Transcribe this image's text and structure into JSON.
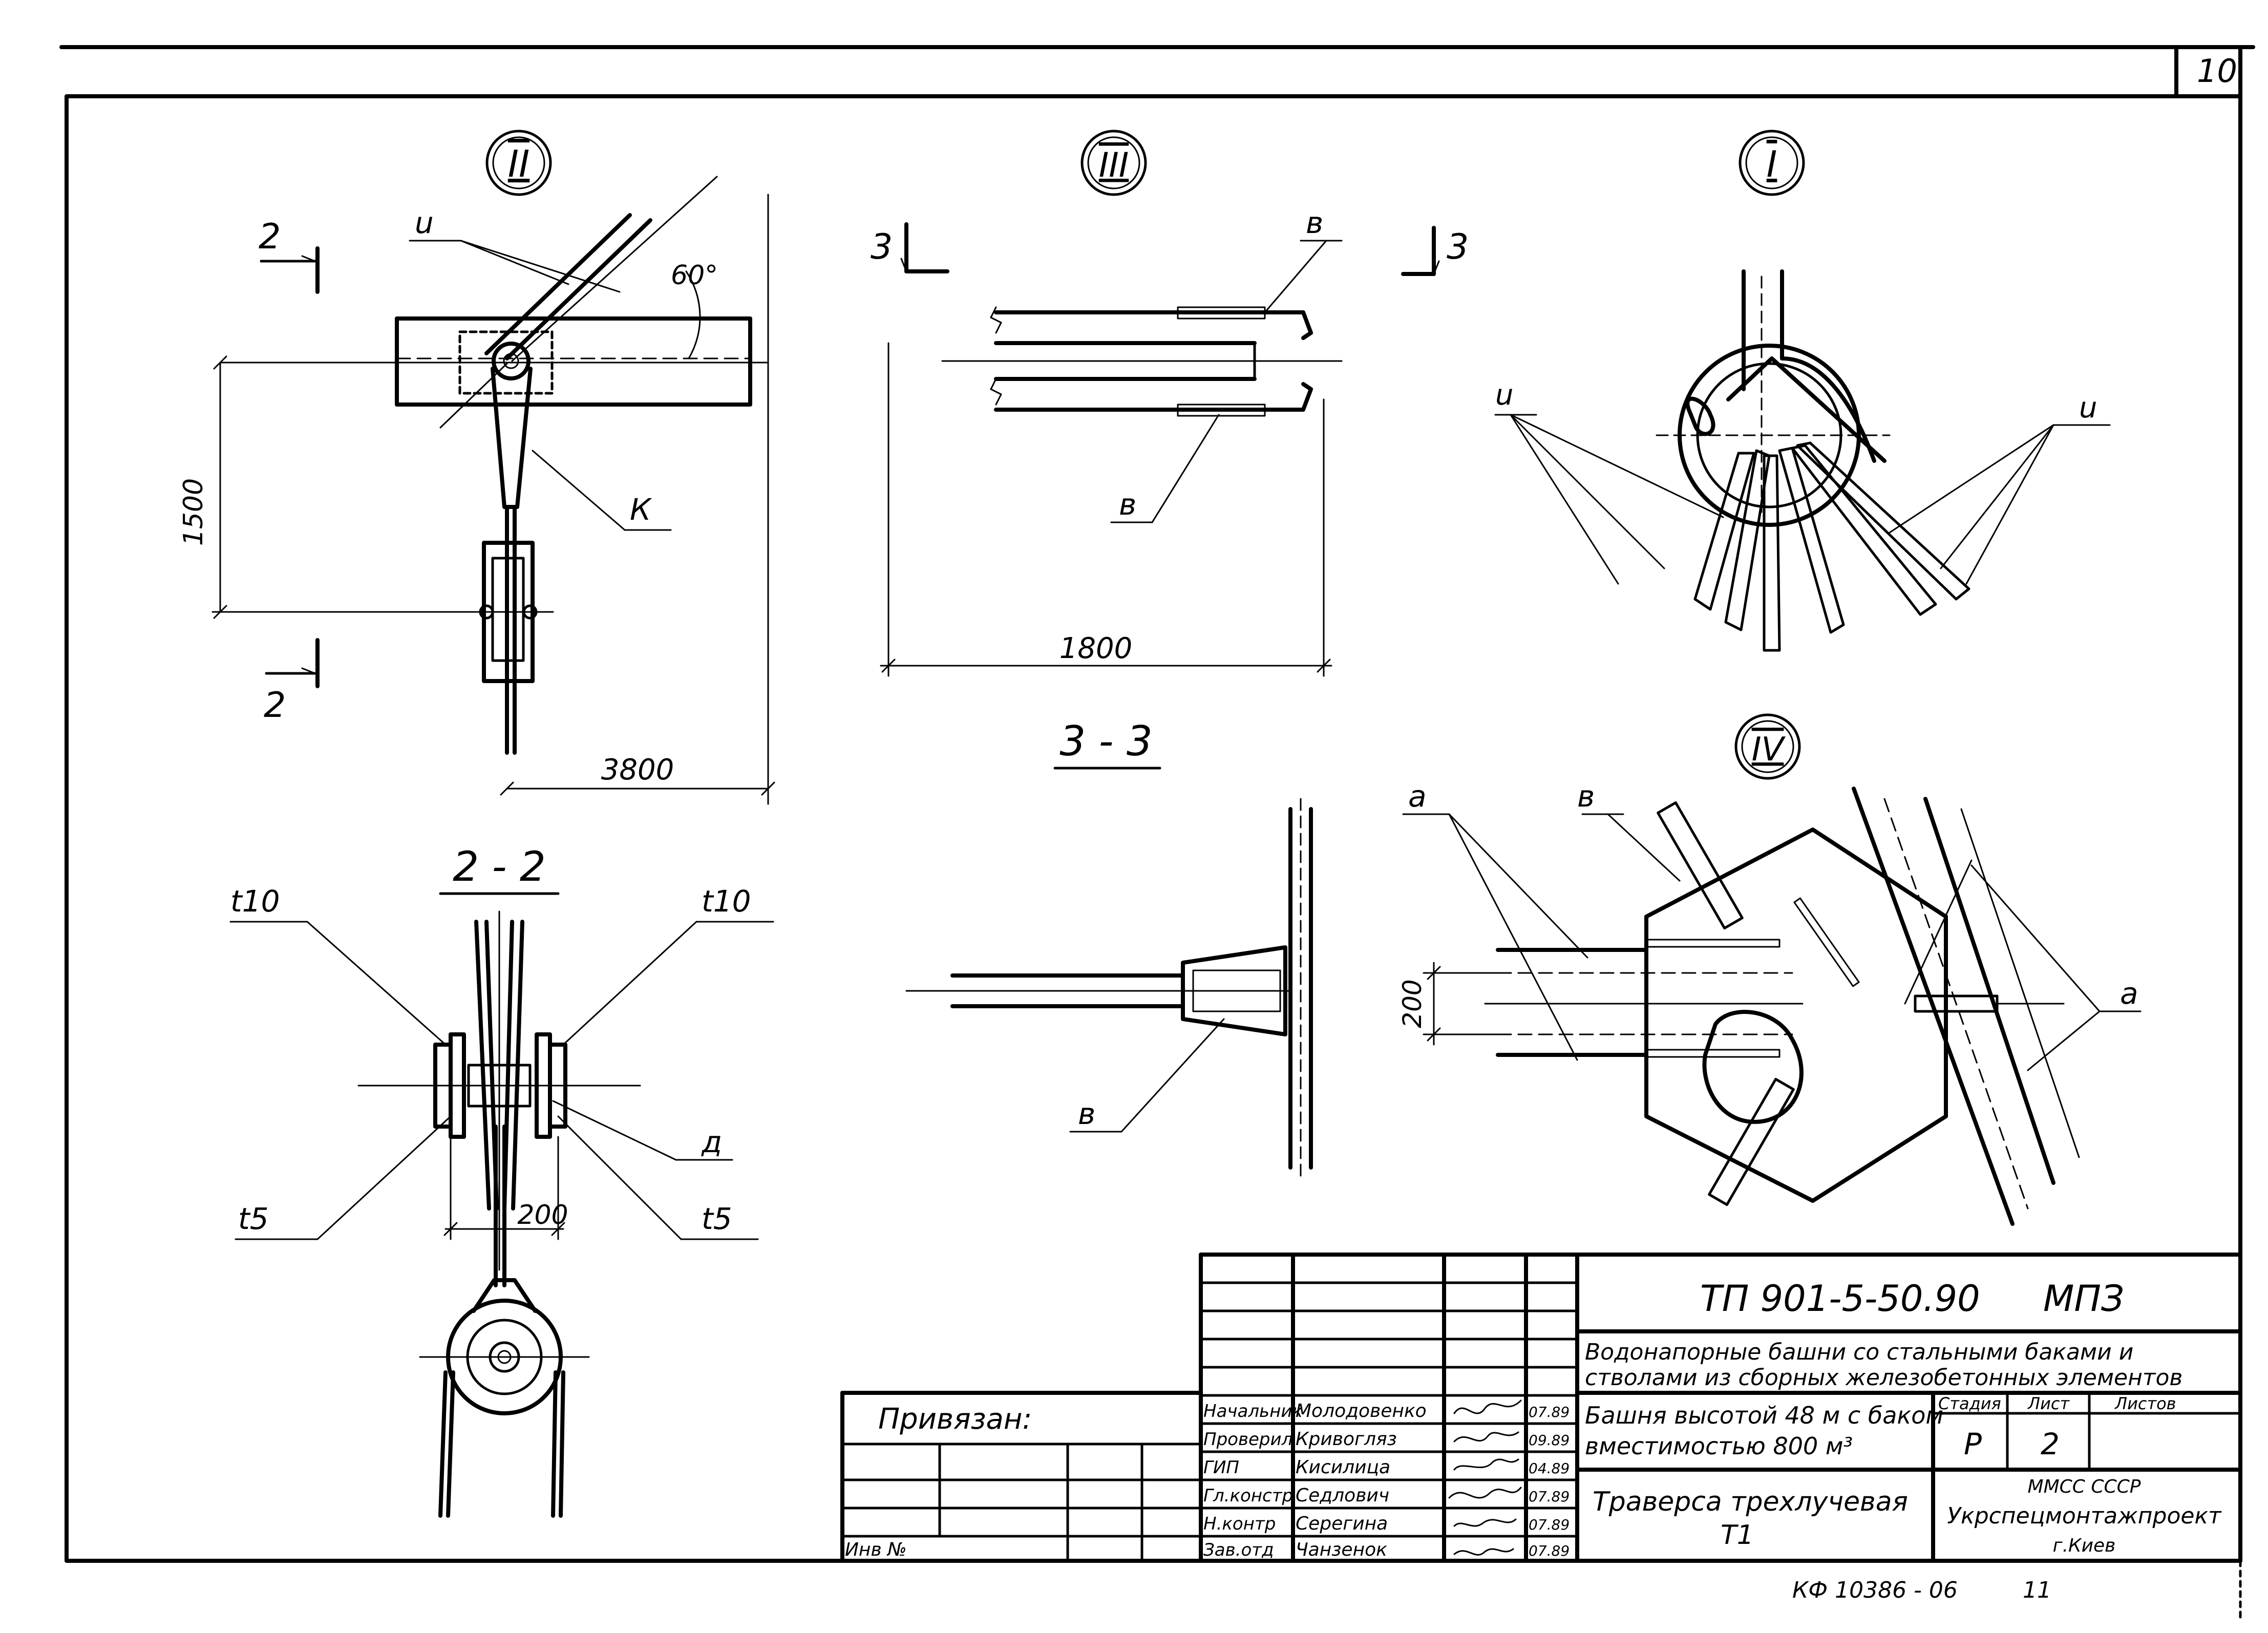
{
  "sheet": {
    "sheet_number": "10",
    "archive_code": "КФ 10386 - 06",
    "archive_page": "11"
  },
  "views": {
    "view_II": {
      "marker": "II",
      "dim_vertical": "1500",
      "dim_horizontal": "3800",
      "angle": "60°",
      "label_u": "u",
      "label_k": "К",
      "section_label": "2"
    },
    "view_III": {
      "marker": "III",
      "dim_horizontal": "1800",
      "label_v": "в",
      "section_label": "3"
    },
    "view_I": {
      "marker": "I",
      "label_u": "u"
    },
    "section_22": {
      "title": "2 - 2",
      "t10": "t10",
      "t5": "t5",
      "label_d": "д",
      "dim": "200"
    },
    "section_33": {
      "title": "3 - 3",
      "label_v": "в"
    },
    "view_IV": {
      "marker": "IV",
      "label_a": "а",
      "label_v": "в",
      "dim": "200"
    }
  },
  "title_block": {
    "code": "ТП 901-5-50.90",
    "suffix": "МПЗ",
    "project_line1": "Водонапорные башни со стальными баками и",
    "project_line2": "стволами из сборных железобетонных элементов",
    "building_line1": "Башня высотой 48 м с баком",
    "building_line2": "вместимостью 800 м³",
    "drawing_line1": "Траверса трехлучевая",
    "drawing_line2": "Т1",
    "stage_header": "Стадия",
    "sheet_header": "Лист",
    "sheets_header": "Листов",
    "stage": "Р",
    "sheet": "2",
    "org_line1": "ММСС СССР",
    "org_line2": "Укрспецмонтажпроект",
    "org_line3": "г.Киев",
    "privyazan": "Привязан:",
    "inv_no": "Инв №",
    "roles": [
      {
        "role": "Начальник",
        "name": "Молодовенко",
        "date": "07.89"
      },
      {
        "role": "Проверил",
        "name": "Кривогляз",
        "date": "09.89"
      },
      {
        "role": "ГИП",
        "name": "Кисилица",
        "date": "04.89"
      },
      {
        "role": "Гл.констр",
        "name": "Седлович",
        "date": "07.89"
      },
      {
        "role": "Н.контр",
        "name": "Серегина",
        "date": "07.89"
      },
      {
        "role": "Зав.отд",
        "name": "Чанзенок",
        "date": "07.89"
      }
    ]
  }
}
